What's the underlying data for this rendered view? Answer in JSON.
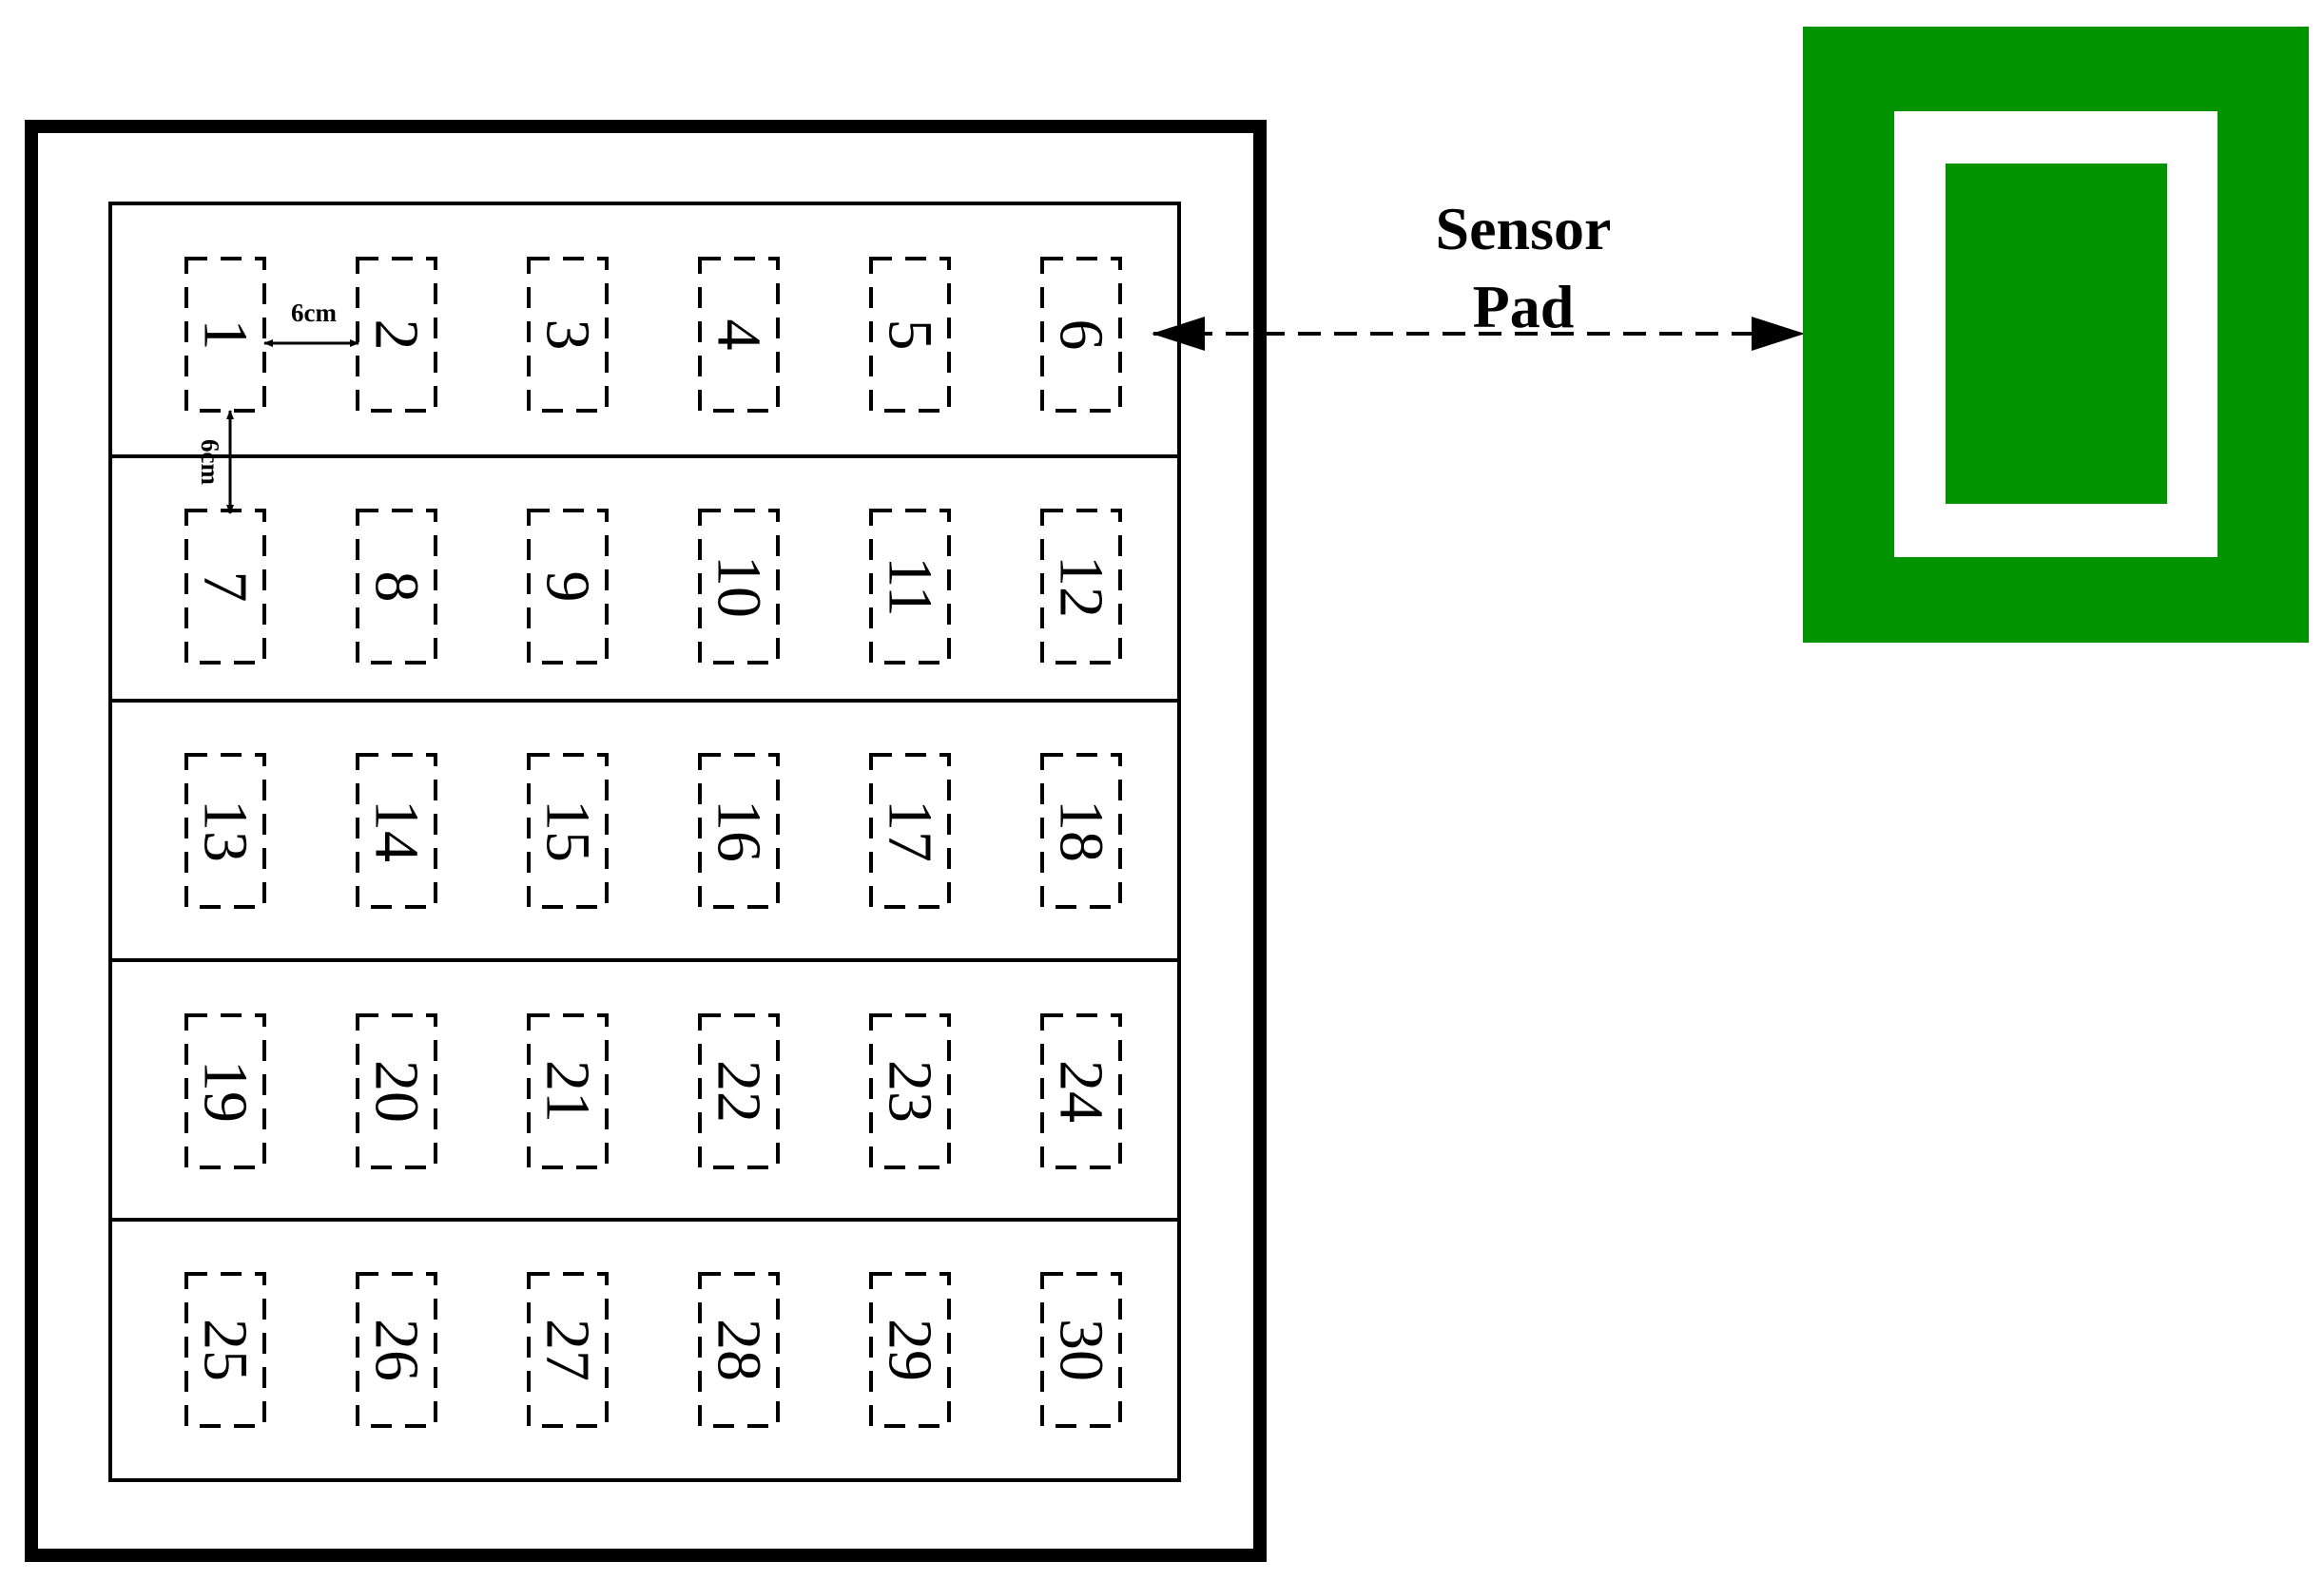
{
  "grid": {
    "rows": 5,
    "columns": 6,
    "cells": [
      "1",
      "2",
      "3",
      "4",
      "5",
      "6",
      "7",
      "8",
      "9",
      "10",
      "11",
      "12",
      "13",
      "14",
      "15",
      "16",
      "17",
      "18",
      "19",
      "20",
      "21",
      "22",
      "23",
      "24",
      "25",
      "26",
      "27",
      "28",
      "29",
      "30"
    ]
  },
  "dimensions": {
    "horizontal_gap": "6cm",
    "vertical_gap": "6cm"
  },
  "sensor": {
    "line1": "Sensor",
    "line2": "Pad"
  },
  "colors": {
    "pad_green": "#009400",
    "line": "#000000",
    "background": "#ffffff"
  }
}
